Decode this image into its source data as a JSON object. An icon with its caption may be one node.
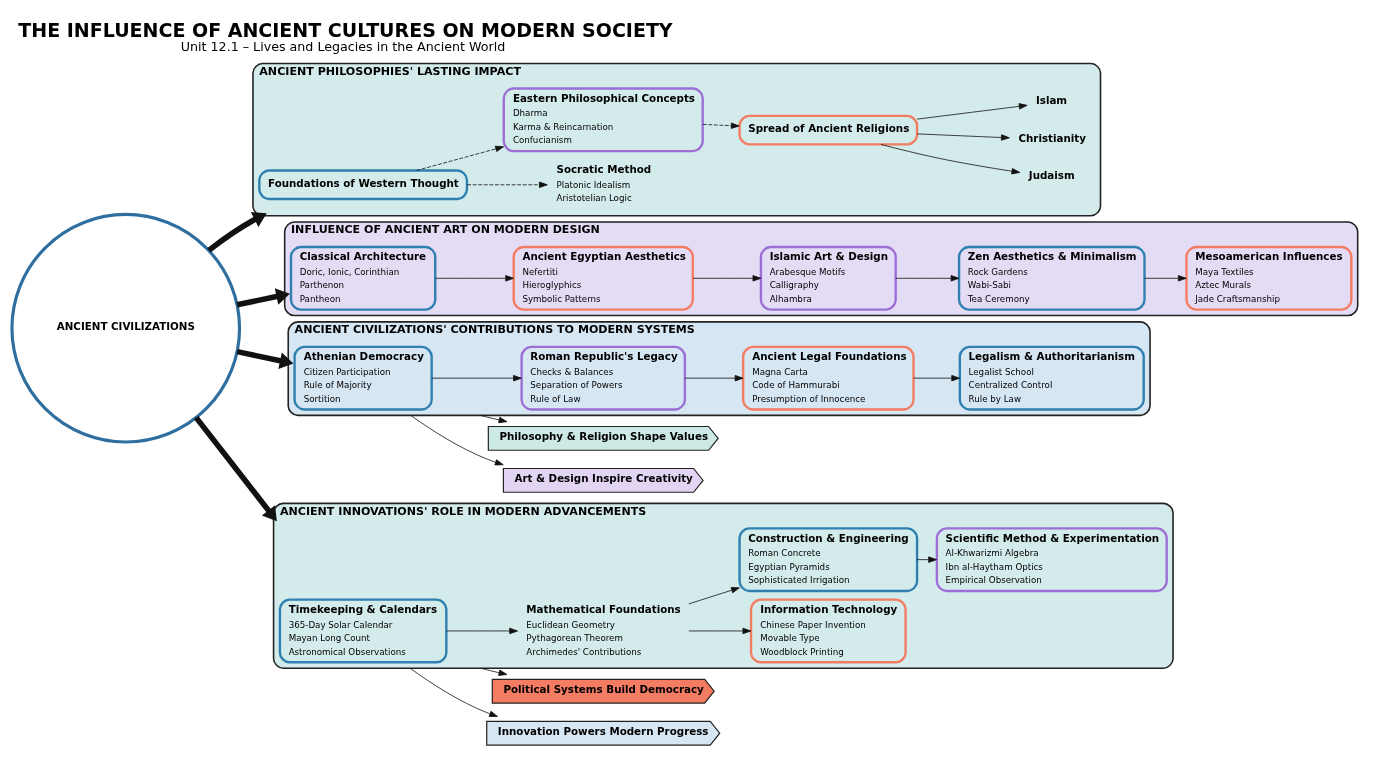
{
  "diagram": {
    "title": "THE INFLUENCE OF ANCIENT CULTURES ON MODERN SOCIETY",
    "caption": "Unit 12.1 – Lives and Legacies in the Ancient World",
    "nodes": [
      {
        "text": [
          "ANCIENT CIVILIZATIONS"
        ]
      },
      {
        "text": [
          "ANCIENT PHILOSOPHIES' LASTING IMPACT"
        ]
      },
      {
        "text": [
          "Foundations of Western Thought"
        ],
        "in": 1
      },
      {
        "text": [
          "Socratic Method",
          "Platonic Idealism",
          "Aristotelian Logic"
        ],
        "in": 1
      },
      {
        "text": [
          "Eastern Philosophical Concepts",
          "Dharma",
          "Karma & Reincarnation",
          "Confucianism"
        ],
        "in": 1
      },
      {
        "text": [
          "Spread of Ancient Religions"
        ],
        "in": 1
      },
      {
        "text": [
          "Judaism"
        ],
        "in": 1
      },
      {
        "text": [
          "Christianity"
        ],
        "in": 1
      },
      {
        "text": [
          "Islam"
        ],
        "in": 1
      },
      {
        "text": [
          "INFLUENCE OF ANCIENT ART ON MODERN DESIGN"
        ]
      },
      {
        "text": [
          "Classical Architecture",
          "Doric, Ionic, Corinthian",
          "Parthenon",
          "Pantheon"
        ],
        "in": 9
      },
      {
        "text": [
          "Ancient Egyptian Aesthetics",
          "Nefertiti",
          "Hieroglyphics",
          "Symbolic Patterns"
        ],
        "in": 9
      },
      {
        "text": [
          "Islamic Art & Design",
          "Arabesque Motifs",
          "Calligraphy",
          "Alhambra"
        ],
        "in": 9
      },
      {
        "text": [
          "Zen Aesthetics & Minimalism",
          "Rock Gardens",
          "Wabi-Sabi",
          "Tea Ceremony"
        ],
        "in": 9
      },
      {
        "text": [
          "Mesoamerican Influences",
          "Maya Textiles",
          "Aztec Murals",
          "Jade Craftsmanship"
        ],
        "in": 9
      },
      {
        "text": [
          "ANCIENT CIVILIZATIONS' CONTRIBUTIONS TO MODERN SYSTEMS"
        ]
      },
      {
        "text": [
          "Athenian Democracy",
          "Citizen Participation",
          "Rule of Majority",
          "Sortition"
        ],
        "in": 15
      },
      {
        "text": [
          "Roman Republic's Legacy",
          "Checks & Balances",
          "Separation of Powers",
          "Rule of Law"
        ],
        "in": 15
      },
      {
        "text": [
          "Ancient Legal Foundations",
          "Magna Carta",
          "Code of Hammurabi",
          "Presumption of Innocence"
        ],
        "in": 15
      },
      {
        "text": [
          "Legalism & Authoritarianism",
          "Legalist School",
          "Centralized Control",
          "Rule by Law"
        ],
        "in": 15
      },
      {
        "text": [
          "ANCIENT INNOVATIONS' ROLE IN MODERN ADVANCEMENTS"
        ]
      },
      {
        "text": [
          "Timekeeping & Calendars",
          "365-Day Solar Calendar",
          "Mayan Long Count",
          "Astronomical Observations"
        ],
        "in": 20
      },
      {
        "text": [
          "Information Technology",
          "Chinese Paper Invention",
          "Movable Type",
          "Woodblock Printing"
        ],
        "in": 20
      },
      {
        "text": [
          "Mathematical Foundations",
          "Euclidean Geometry",
          "Pythagorean Theorem",
          "Archimedes' Contributions"
        ],
        "in": 20
      },
      {
        "text": [
          "Construction & Engineering",
          "Roman Concrete",
          "Egyptian Pyramids",
          "Sophisticated Irrigation"
        ],
        "in": 20
      },
      {
        "text": [
          "Scientific Method & Experimentation",
          "Al-Khwarizmi Algebra",
          "Ibn al-Haytham Optics",
          "Empirical Observation"
        ],
        "in": 20
      },
      {
        "text": [
          "Philosophy & Religion Shape Values"
        ]
      },
      {
        "text": [
          "Art & Design Inspire Creativity"
        ]
      },
      {
        "text": [
          "Political Systems Build Democracy"
        ]
      },
      {
        "text": [
          "Innovation Powers Modern Progress"
        ]
      }
    ],
    "edges": [
      {
        "from": 0,
        "to": 1,
        "arrow": "to",
        "style": "thick"
      },
      {
        "from": 0,
        "to": 9,
        "arrow": "to",
        "style": "thick"
      },
      {
        "from": 0,
        "to": 15,
        "arrow": "to",
        "style": "thick"
      },
      {
        "from": 0,
        "to": 20,
        "arrow": "to",
        "style": "thick"
      },
      {
        "from": 2,
        "to": 3,
        "arrow": "to",
        "style": "dashed"
      },
      {
        "from": 2,
        "to": 4,
        "arrow": "to",
        "style": "dashed"
      },
      {
        "from": 4,
        "to": 5,
        "arrow": "to",
        "style": "dashed"
      },
      {
        "from": 5,
        "to": 6,
        "arrow": "to"
      },
      {
        "from": 5,
        "to": 7,
        "arrow": "to"
      },
      {
        "from": 5,
        "to": 8,
        "arrow": "to"
      },
      {
        "from": 10,
        "to": 11,
        "arrow": "to"
      },
      {
        "from": 11,
        "to": 12,
        "arrow": "to"
      },
      {
        "from": 12,
        "to": 13,
        "arrow": "to"
      },
      {
        "from": 13,
        "to": 14,
        "arrow": "to"
      },
      {
        "from": 16,
        "to": 17,
        "arrow": "to"
      },
      {
        "from": 17,
        "to": 18,
        "arrow": "to"
      },
      {
        "from": 18,
        "to": 19,
        "arrow": "to"
      },
      {
        "from": 21,
        "to": 23,
        "arrow": "to"
      },
      {
        "from": 23,
        "to": 22,
        "arrow": "to"
      },
      {
        "from": 23,
        "to": 24,
        "arrow": "to"
      },
      {
        "from": 24,
        "to": 25,
        "arrow": "to"
      },
      {
        "from": 15,
        "to": 26,
        "arrow": "to"
      },
      {
        "from": 15,
        "to": 27,
        "arrow": "to"
      },
      {
        "from": 20,
        "to": 28,
        "arrow": "to"
      },
      {
        "from": 20,
        "to": 29,
        "arrow": "to"
      }
    ]
  }
}
